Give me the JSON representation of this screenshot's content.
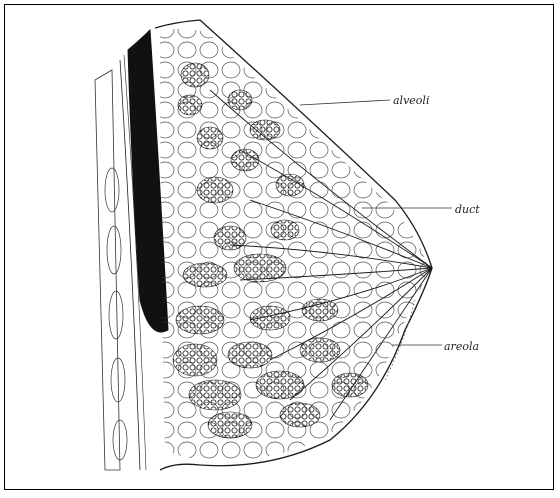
{
  "labels": {
    "alveoli": "alveoli",
    "duct": "duct",
    "areola": "areola"
  },
  "colors": {
    "ink": "#1a1a1a",
    "muscle": "#111111",
    "background": "#ffffff"
  }
}
